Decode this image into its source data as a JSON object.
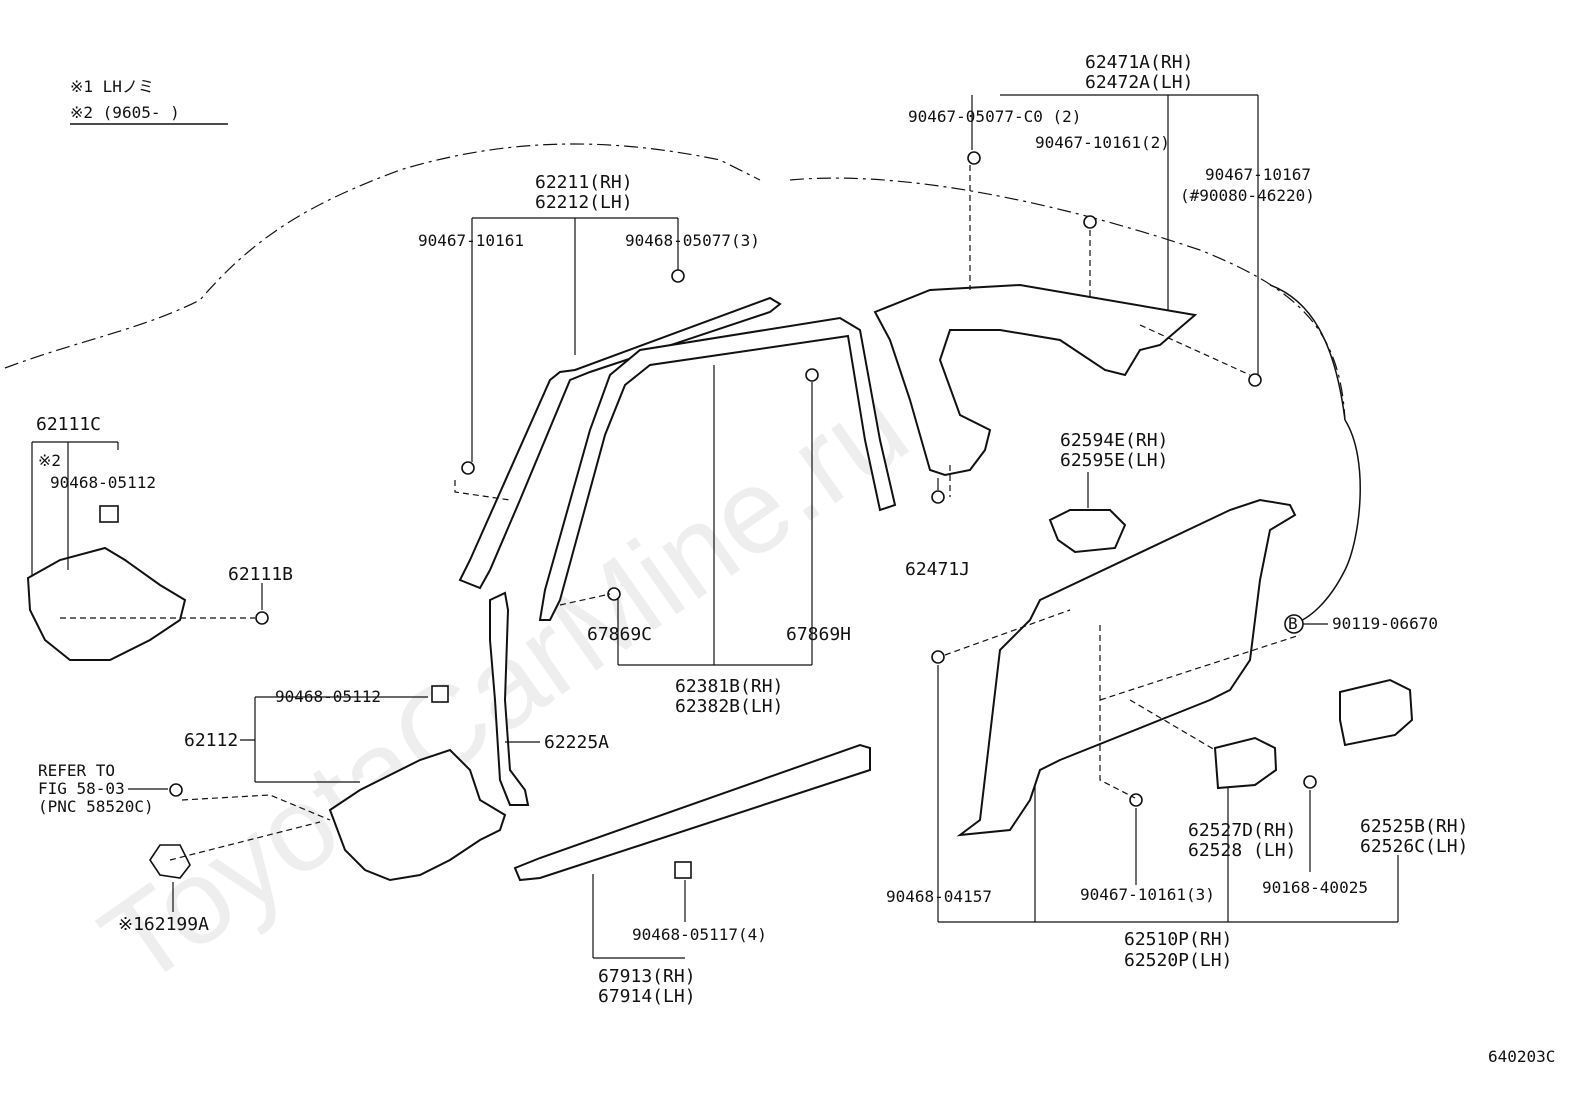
{
  "notes": {
    "note1": "※1 LHノミ",
    "note2": "※2 (9605-      )"
  },
  "watermark": "ToyotaCarMine.ru",
  "diagram_id": "640203C",
  "labels": {
    "p62471A": "62471A(RH)",
    "p62472A": "62472A(LH)",
    "p90467_05077": "90467-05077-C0 (2)",
    "p90467_10161_2": "90467-10161(2)",
    "p90467_10167": "90467-10167",
    "p90080_46220": "(#90080-46220)",
    "p62211": "62211(RH)",
    "p62212": "62212(LH)",
    "p90467_10161": "90467-10161",
    "p90468_05077": "90468-05077(3)",
    "p62111C": "62111C",
    "p62111C_note": "※2",
    "p90468_05112_a": "90468-05112",
    "p62111B": "62111B",
    "p62594E": "62594E(RH)",
    "p62595E": "62595E(LH)",
    "p62471J": "62471J",
    "p67869C": "67869C",
    "p67869H": "67869H",
    "p90119_06670": "90119-06670",
    "p90119_marker": "B",
    "p62381B": "62381B(RH)",
    "p62382B": "62382B(LH)",
    "p90468_05112_b": "90468-05112",
    "p62112": "62112",
    "p62225A": "62225A",
    "refer1": "REFER TO",
    "refer2": "FIG 58-03",
    "refer3": "(PNC 58520C)",
    "p62199A": "※162199A",
    "p62525B": "62525B(RH)",
    "p62526C": "62526C(LH)",
    "p62527D": "62527D(RH)",
    "p62528": "62528  (LH)",
    "p90468_04157": "90468-04157",
    "p90467_10161_3": "90467-10161(3)",
    "p90168_40025": "90168-40025",
    "p62510P": "62510P(RH)",
    "p62520P": "62520P(LH)",
    "p90468_05117": "90468-05117(4)",
    "p67913": "67913(RH)",
    "p67914": "67914(LH)"
  }
}
